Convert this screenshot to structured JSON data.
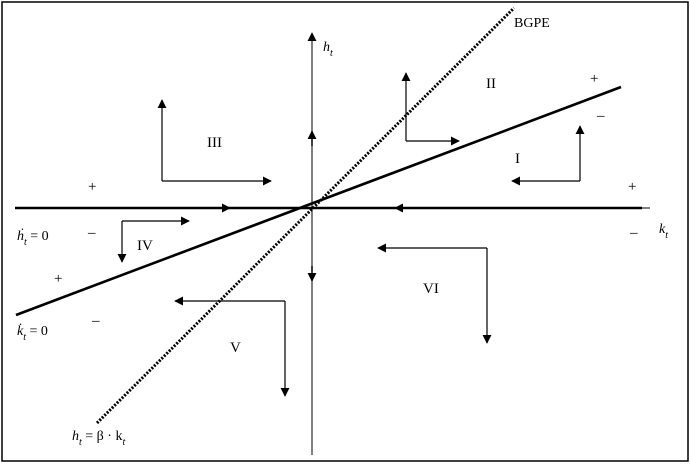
{
  "labels": {
    "bgpe": "BGPE",
    "h_axis_symbol": "h",
    "k_axis_symbol": "k",
    "subscript_t": "t",
    "h_dot_locus_symbol": "ḣ",
    "k_dot_locus_symbol": "k̇",
    "equals_zero": " = 0",
    "ray_equation_rhs": " = β · k"
  },
  "regions": [
    "I",
    "II",
    "III",
    "IV",
    "V",
    "VI"
  ],
  "signs": {
    "above_h_locus_left": "+",
    "below_h_locus_left": "–",
    "above_h_locus_right": "+",
    "below_h_locus_right": "–",
    "above_k_locus_left": "+",
    "below_k_locus_left": "–",
    "above_k_locus_right": "+",
    "below_k_locus_right": "–"
  },
  "colors": {
    "line": "#000000",
    "background": "#ffffff"
  }
}
